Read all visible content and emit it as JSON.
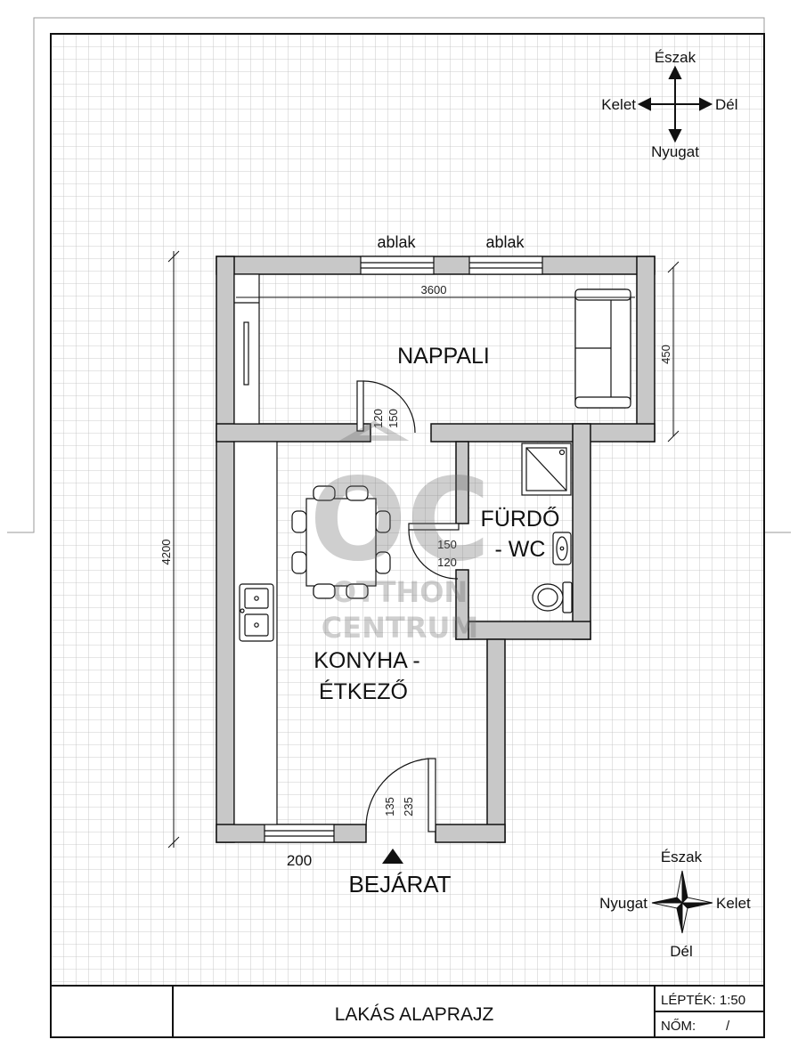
{
  "compass_top": {
    "north": "Észak",
    "east": "Kelet",
    "south": "Dél",
    "west": "Nyugat"
  },
  "compass_bottom": {
    "north": "Észak",
    "east": "Kelet",
    "south": "Dél",
    "west": "Nyugat"
  },
  "windows": {
    "left": "ablak",
    "right": "ablak"
  },
  "rooms": {
    "living": "NAPPALI",
    "bath_line1": "FÜRDŐ",
    "bath_line2": "- WC",
    "kitchen_line1": "KONYHA -",
    "kitchen_line2": "ÉTKEZŐ"
  },
  "dimensions": {
    "living_width": "3600",
    "living_depth": "450",
    "total_height": "4200",
    "door1_a": "120",
    "door1_b": "150",
    "door2_a": "150",
    "door2_b": "120",
    "entry_a": "135",
    "entry_b": "235",
    "window_bottom": "200"
  },
  "entrance": "BEJÁRAT",
  "watermark": {
    "logo": "OC",
    "line1": "OTTHON",
    "line2": "CENTRUM"
  },
  "title_block": {
    "title": "LAKÁS ALAPRAJZ",
    "scale": "LÉPTÉK: 1:50",
    "number_label": "NŐM:",
    "number_value": "/"
  },
  "colors": {
    "wall_fill": "#c8c8c8",
    "grid": "#bdbdbd",
    "line": "#111111"
  }
}
